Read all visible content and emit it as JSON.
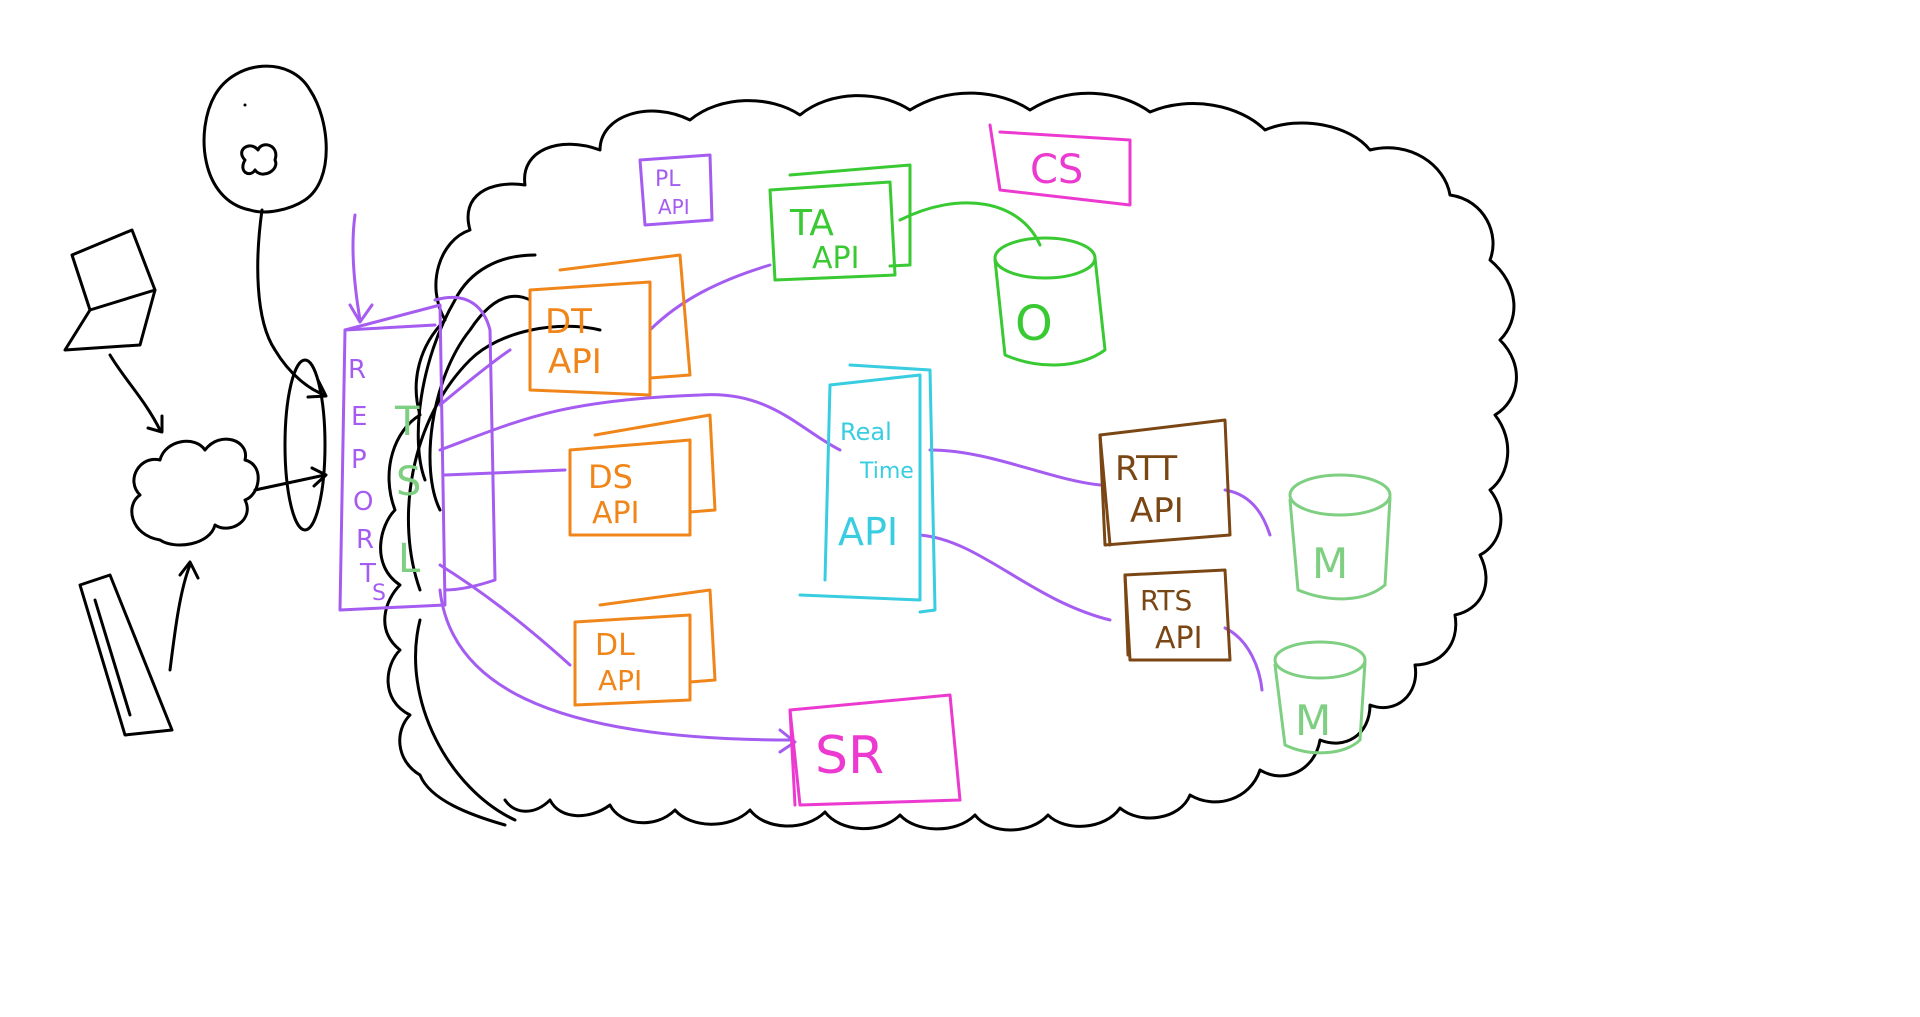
{
  "colors": {
    "background": "#ffffff",
    "outline": "#000000",
    "reports": "#a55cf0",
    "api_orange": "#f0861a",
    "ta_green": "#39c932",
    "pink": "#ec3ad0",
    "realtime_cyan": "#38cde0",
    "brown": "#7a4614",
    "db_green": "#7fcf82"
  },
  "nodes": {
    "reports": {
      "letters": [
        "R",
        "E",
        "P",
        "O",
        "R",
        "T",
        "S"
      ]
    },
    "tsl": {
      "t": "T",
      "s": "S",
      "l": "L"
    },
    "pl_api": {
      "line1": "PL",
      "line2": "API"
    },
    "dt_api": {
      "line1": "DT",
      "line2": "API"
    },
    "ds_api": {
      "line1": "DS",
      "line2": "API"
    },
    "dl_api": {
      "line1": "DL",
      "line2": "API"
    },
    "ta_api": {
      "line1": "TA",
      "line2": "API"
    },
    "cs": {
      "label": "CS"
    },
    "oracle_db": {
      "label": "O"
    },
    "realtime_api": {
      "line1": "Real",
      "line2": "Time",
      "line3": "API"
    },
    "rtt_api": {
      "line1": "RTT",
      "line2": "API"
    },
    "rts_api": {
      "line1": "RTS",
      "line2": "API"
    },
    "db_m1": {
      "label": "M"
    },
    "db_m2": {
      "label": "M"
    },
    "sr": {
      "label": "SR"
    }
  },
  "icons": [
    "laptop-icon",
    "mobile-device-icon",
    "user-thought-bubble-icon",
    "internet-cloud-icon",
    "gateway-icon",
    "service-cloud-icon",
    "database-icon"
  ]
}
